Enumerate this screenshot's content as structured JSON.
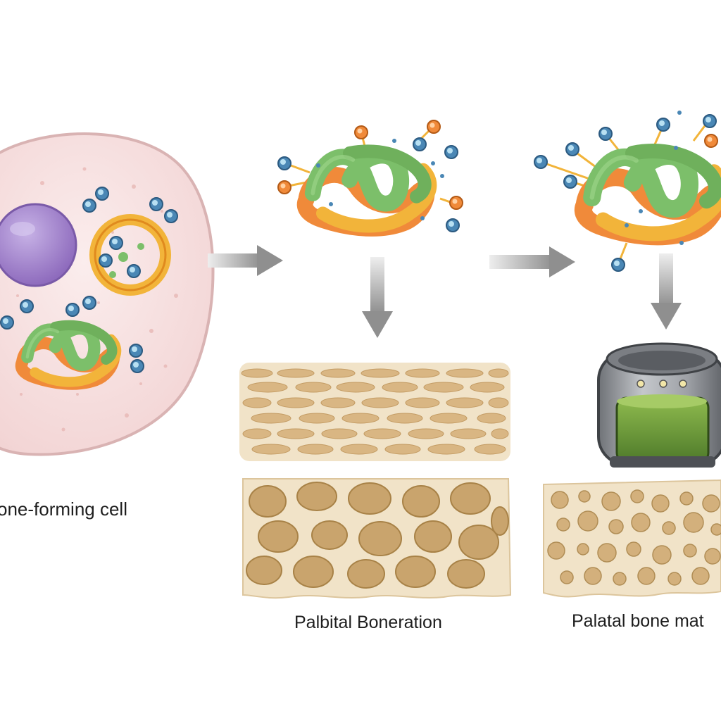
{
  "labels": {
    "cell": "one-forming cell",
    "regeneration": "Palbital Boneration",
    "matrix": "Palatal bone mat"
  },
  "colors": {
    "cell_fill": "#f7e1e1",
    "cell_outline": "#d9b3b3",
    "nucleus": "#9b7fc4",
    "protein_green": "#7cbf6a",
    "protein_orange": "#f08a3a",
    "protein_yellow": "#f2b43a",
    "molecule_blue": "#4a87b5",
    "bone_light": "#f1e3c8",
    "bone_pore": "#c9a46d",
    "scaffold_metal": "#8c8f94",
    "scaffold_gel": "#6c9a3c",
    "arrow": "#9b9b9b"
  },
  "icons": {
    "arrow": "arrow-icon",
    "scaffold": "scaffold-container-icon"
  }
}
